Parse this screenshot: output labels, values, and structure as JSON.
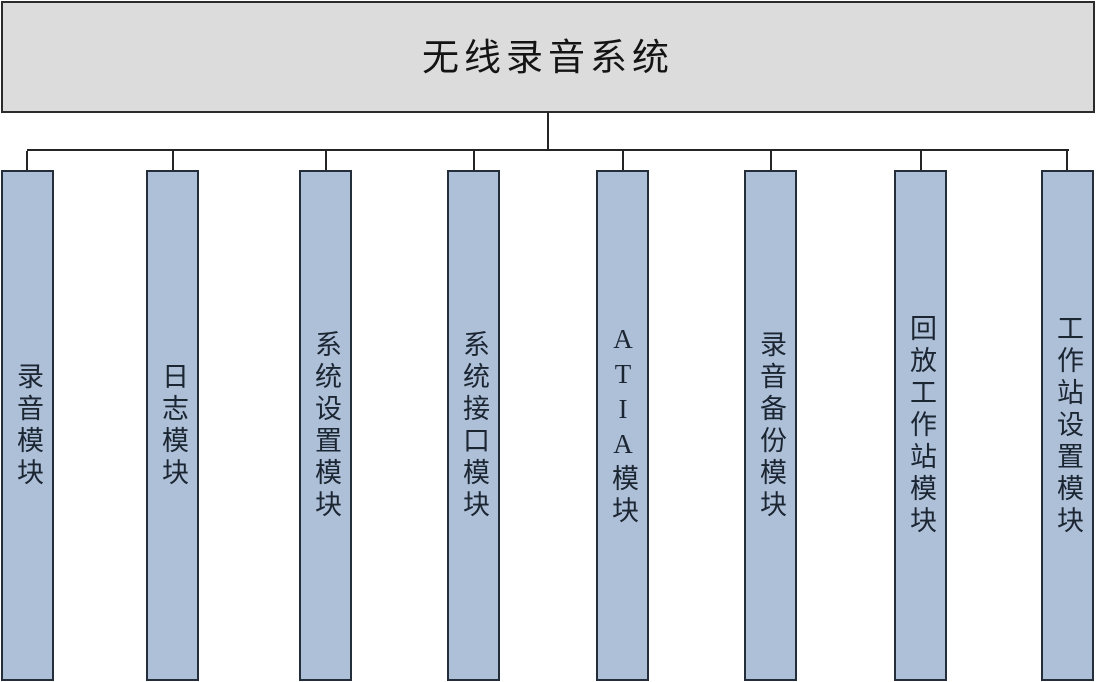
{
  "title": "无线录音系统",
  "modules": [
    {
      "label": "录音模块"
    },
    {
      "label": "日志模块"
    },
    {
      "label": "系统设置模块"
    },
    {
      "label": "系统接口模块"
    },
    {
      "label": "ATIA模块"
    },
    {
      "label": "录音备份模块"
    },
    {
      "label": "回放工作站模块"
    },
    {
      "label": "工作站设置模块"
    }
  ],
  "colors": {
    "title_fill": "#dcdcdc",
    "module_fill": "#aec0d8",
    "module_border": "#242e3a",
    "title_border": "#2b2b2b",
    "connector": "#242424",
    "text": "#1c2633"
  }
}
